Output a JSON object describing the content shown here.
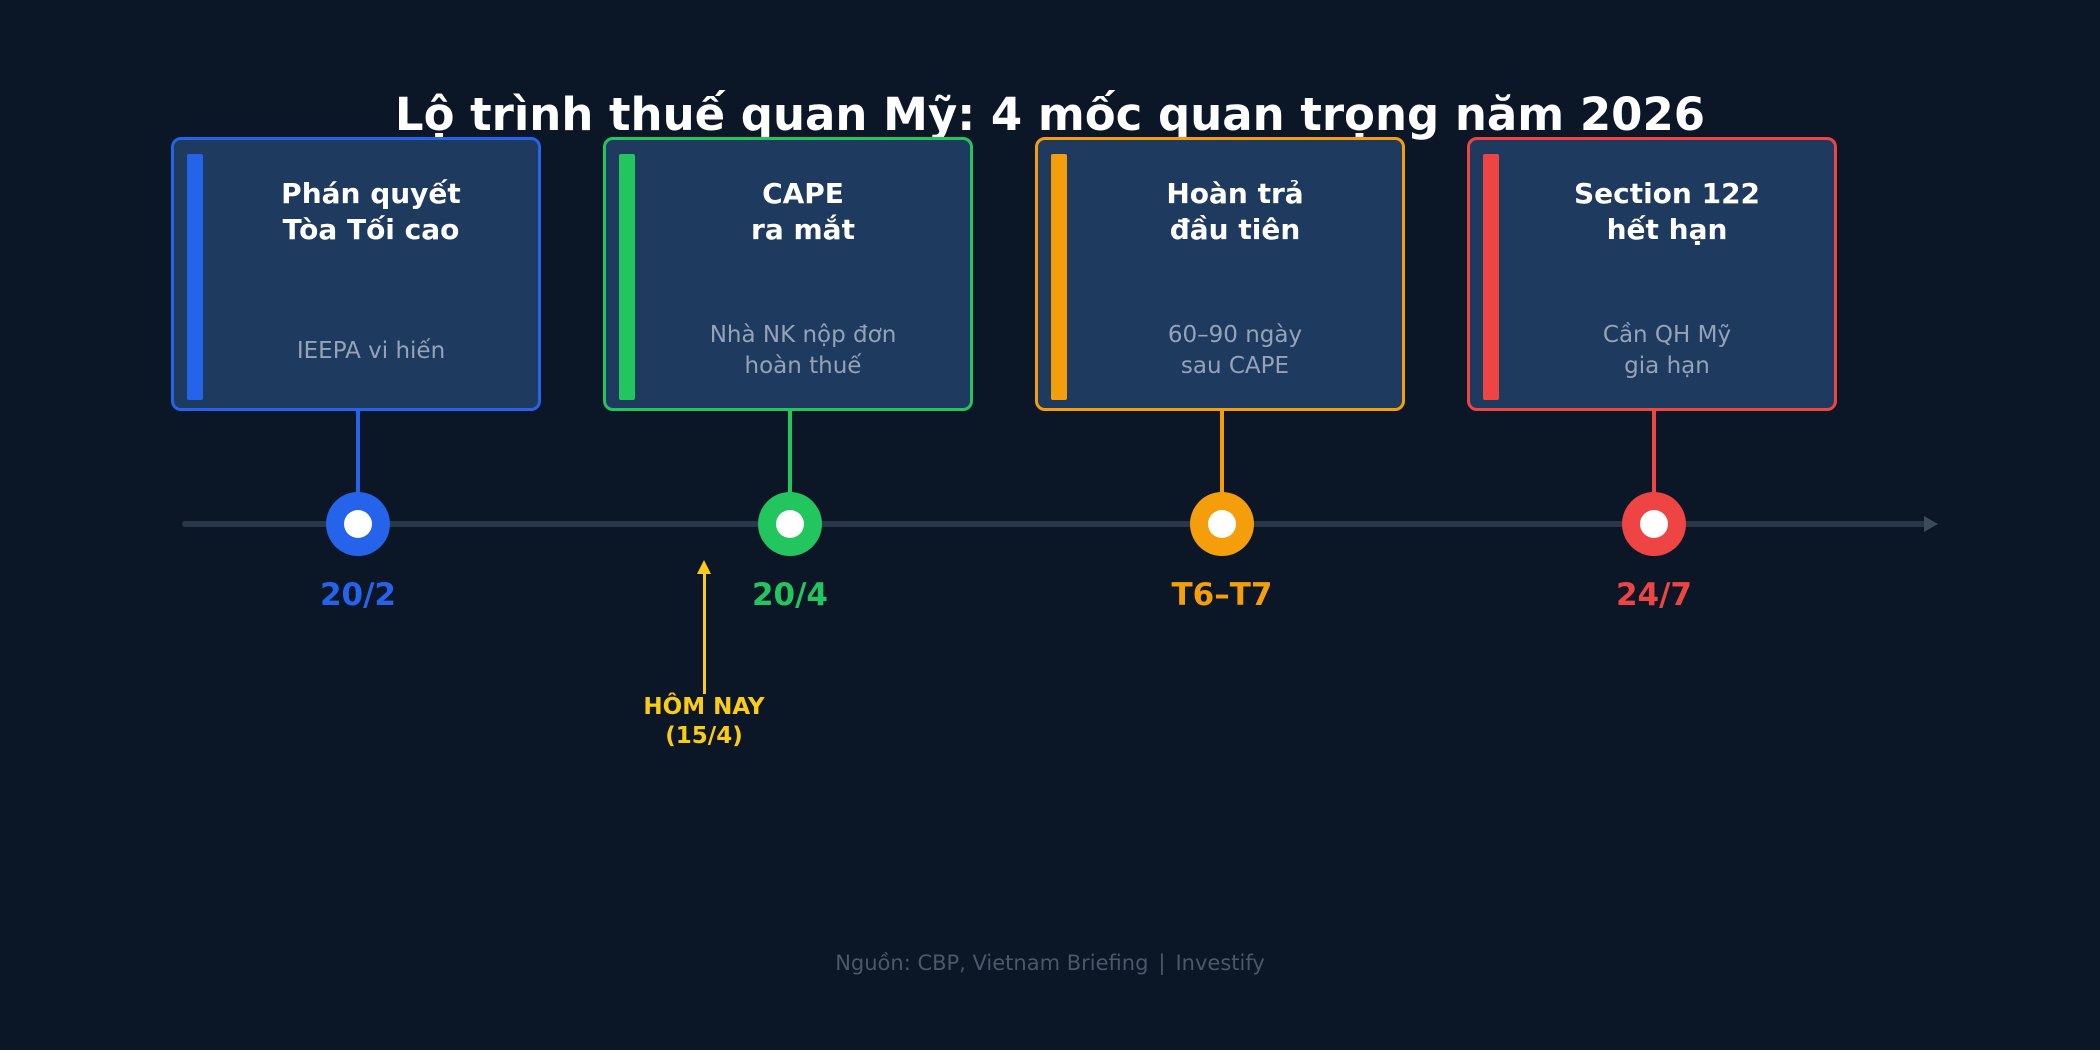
{
  "title": "Lộ trình thuế quan Mỹ: 4 mốc quan trọng năm 2026",
  "milestones": [
    {
      "title": "Phán quyết\nTòa Tối cao",
      "description": "IEEPA vi hiến",
      "date": "20/2",
      "color": "#2563eb"
    },
    {
      "title": "CAPE\nra mắt",
      "description": "Nhà NK nộp đơn\nhoàn thuế",
      "date": "20/4",
      "color": "#22c55e"
    },
    {
      "title": "Hoàn trả\nđầu tiên",
      "description": "60–90 ngày\nsau CAPE",
      "date": "T6–T7",
      "color": "#f59e0b"
    },
    {
      "title": "Section 122\nhết hạn",
      "description": "Cần QH Mỹ\ngia hạn",
      "date": "24/7",
      "color": "#ef4444"
    }
  ],
  "today_marker": {
    "label": "HÔM NAY\n(15/4)",
    "color": "#facc15"
  },
  "footer": {
    "source": "Nguồn: CBP, Vietnam Briefing",
    "separator": "|",
    "brand": "Investify"
  },
  "colors": {
    "background": "#0b1627",
    "card_background": "#1e3a5f",
    "axis": "#283848",
    "description_text": "#94a3b8",
    "footer_text": "#4b5869"
  }
}
